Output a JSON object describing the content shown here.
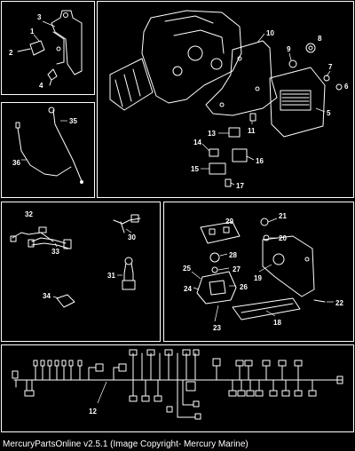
{
  "caption": "MercuryPartsOnline v2.5.1 (Image Copyright- Mercury Marine)",
  "callouts": {
    "c1": "1",
    "c2": "2",
    "c3": "3",
    "c4": "4",
    "c5": "5",
    "c6": "6",
    "c7": "7",
    "c8": "8",
    "c9": "9",
    "c10": "10",
    "c11": "11",
    "c12": "12",
    "c13": "13",
    "c14": "14",
    "c15": "15",
    "c16": "16",
    "c17": "17",
    "c18": "18",
    "c19": "19",
    "c20": "20",
    "c21": "21",
    "c22": "22",
    "c23": "23",
    "c24": "24",
    "c25": "25",
    "c26": "26",
    "c27": "27",
    "c28": "28",
    "c29": "29",
    "c30": "30",
    "c31": "31",
    "c32": "32",
    "c33": "33",
    "c34": "34",
    "c35": "35",
    "c36": "36"
  }
}
